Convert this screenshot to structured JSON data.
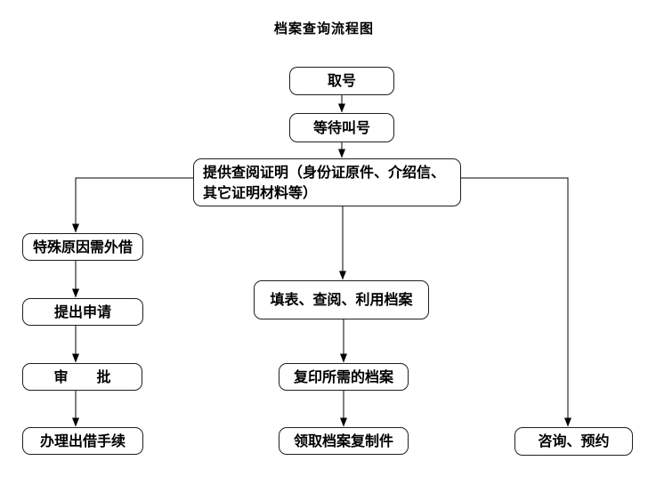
{
  "page": {
    "title": "档案查询流程图",
    "background_color": "#ffffff",
    "line_color": "#000000",
    "box_border_color": "#1f1f1f",
    "text_color": "#000000"
  },
  "flowchart": {
    "nodes": {
      "take_number": {
        "label": "取号"
      },
      "wait_call": {
        "label": "等待叫号"
      },
      "provide_proof": {
        "label": "提供查阅证明（身份证原件、介绍信、其它证明材料等）",
        "lines": [
          "提供查阅证明（身份证原件、介绍信、",
          "其它证明材料等）"
        ]
      },
      "special_borrow": {
        "label": "特殊原因需外借"
      },
      "submit_application": {
        "label": "提出申请"
      },
      "approval": {
        "label": "审　　批"
      },
      "lend_procedure": {
        "label": "办理出借手续"
      },
      "fill_consult_use": {
        "label": "填表、查阅、利用档案"
      },
      "copy_archives": {
        "label": "复印所需的档案"
      },
      "receive_copies": {
        "label": "领取档案复制件"
      },
      "consult_reserve": {
        "label": "咨询、预约"
      }
    },
    "edges": [
      {
        "from": "take_number",
        "to": "wait_call"
      },
      {
        "from": "wait_call",
        "to": "provide_proof"
      },
      {
        "from": "provide_proof",
        "to": "special_borrow"
      },
      {
        "from": "provide_proof",
        "to": "fill_consult_use"
      },
      {
        "from": "provide_proof",
        "to": "consult_reserve"
      },
      {
        "from": "special_borrow",
        "to": "submit_application"
      },
      {
        "from": "submit_application",
        "to": "approval"
      },
      {
        "from": "approval",
        "to": "lend_procedure"
      },
      {
        "from": "fill_consult_use",
        "to": "copy_archives"
      },
      {
        "from": "copy_archives",
        "to": "receive_copies"
      }
    ]
  }
}
